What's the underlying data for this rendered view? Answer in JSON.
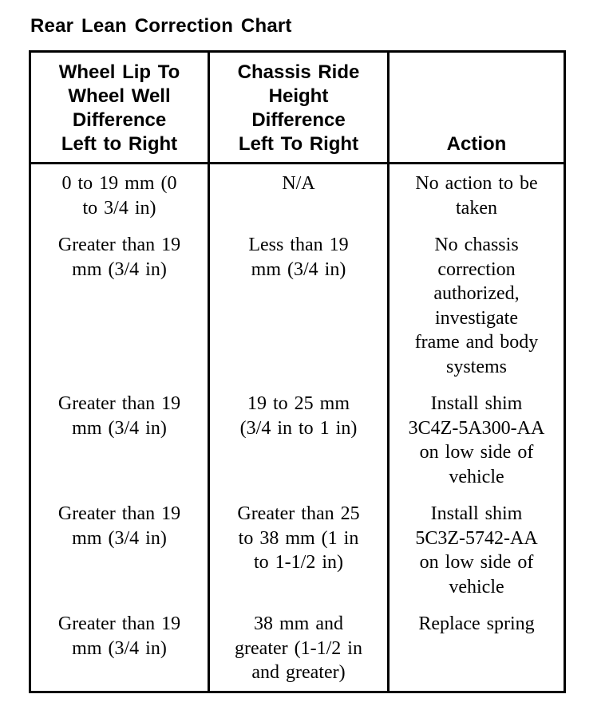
{
  "title": "Rear Lean Correction Chart",
  "colors": {
    "text": "#000000",
    "border": "#000000",
    "background": "#ffffff"
  },
  "table": {
    "columns": [
      {
        "id": "wheel_lip",
        "header": "Wheel Lip To\nWheel Well\nDifference\nLeft to Right"
      },
      {
        "id": "chassis_ride",
        "header": "Chassis Ride\nHeight\nDifference\nLeft To Right"
      },
      {
        "id": "action",
        "header": "Action"
      }
    ],
    "rows": [
      {
        "wheel_lip": "0 to 19 mm (0\nto 3/4 in)",
        "chassis_ride": "N/A",
        "action": "No action to be\ntaken"
      },
      {
        "wheel_lip": "Greater than 19\nmm (3/4 in)",
        "chassis_ride": "Less than 19\nmm (3/4 in)",
        "action": "No chassis\ncorrection\nauthorized,\ninvestigate\nframe and body\nsystems"
      },
      {
        "wheel_lip": "Greater than 19\nmm (3/4 in)",
        "chassis_ride": "19 to 25 mm\n(3/4 in to 1 in)",
        "action": "Install shim\n3C4Z-5A300-AA\non low side of\nvehicle"
      },
      {
        "wheel_lip": "Greater than 19\nmm (3/4 in)",
        "chassis_ride": "Greater than 25\nto 38 mm (1 in\nto 1-1/2 in)",
        "action": "Install shim\n5C3Z-5742-AA\non low side of\nvehicle"
      },
      {
        "wheel_lip": "Greater than 19\nmm (3/4 in)",
        "chassis_ride": "38 mm and\ngreater (1-1/2 in\nand greater)",
        "action": "Replace spring"
      }
    ]
  }
}
